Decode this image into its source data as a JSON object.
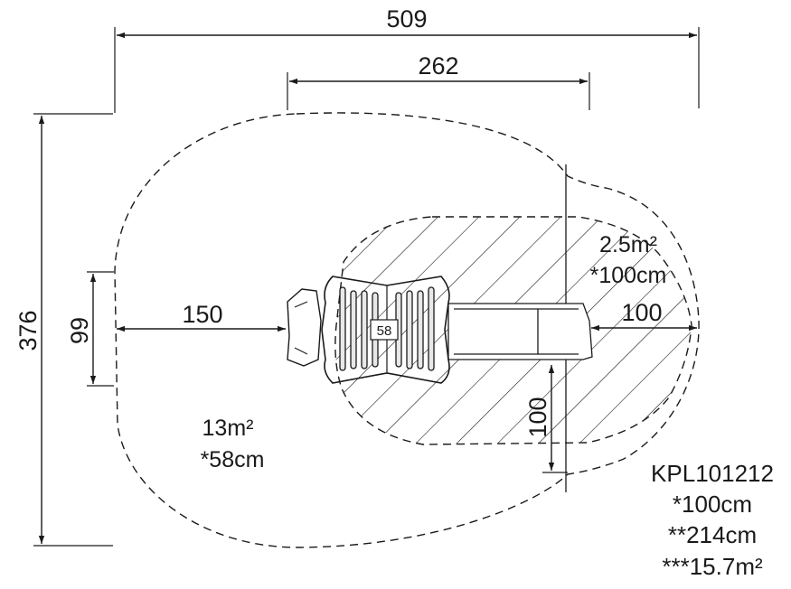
{
  "dimensions": {
    "overall_width": "509",
    "inner_width": "262",
    "overall_height": "376",
    "side_height": "99",
    "left_clearance": "150",
    "right_clearance": "100",
    "bottom_clearance": "100"
  },
  "zones": {
    "slide_zone_area": "2.5m²",
    "slide_zone_height": "*100cm",
    "main_zone_area": "13m²",
    "main_zone_height": "*58cm"
  },
  "equipment": {
    "platform_label": "58"
  },
  "spec": {
    "model": "KPL101212",
    "line1": "*100cm",
    "line2": "**214cm",
    "line3": "***15.7m²"
  }
}
